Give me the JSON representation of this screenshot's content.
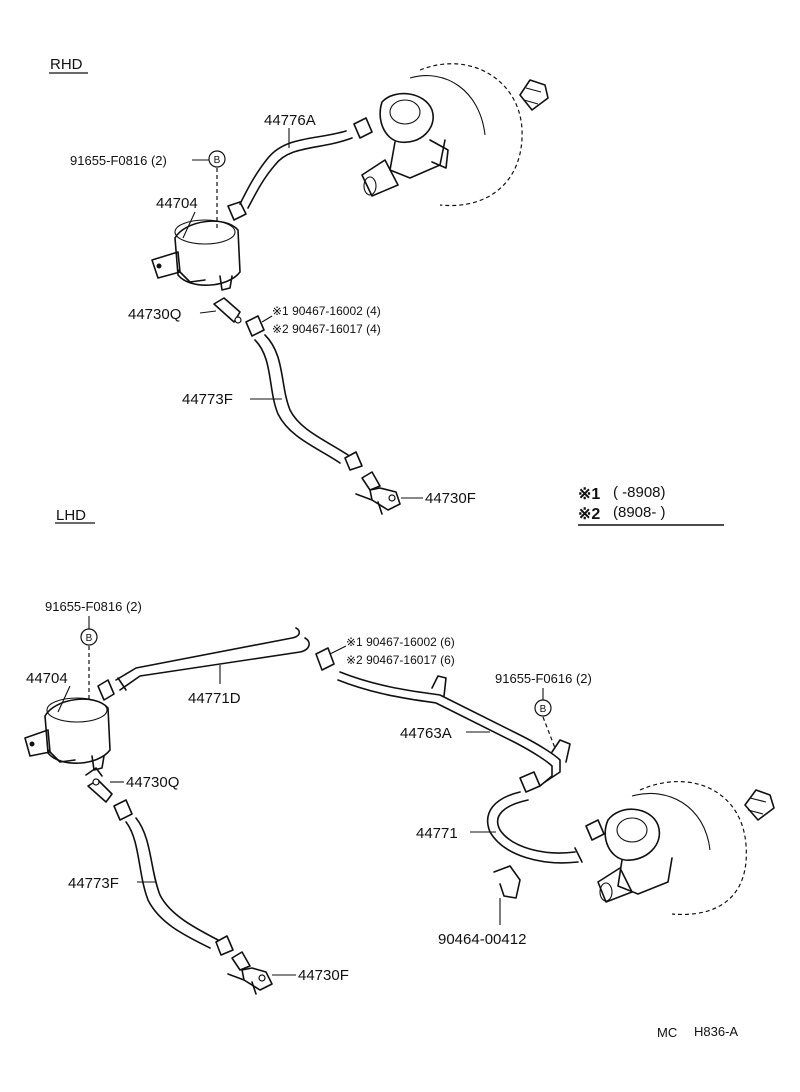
{
  "sections": {
    "rhd": "RHD",
    "lhd": "LHD"
  },
  "rhd_labels": {
    "hose_upper": "44776A",
    "bolt": "91655-F0816 (2)",
    "bolt_marker": "B",
    "tank": "44704",
    "check_valve": "44730Q",
    "clip1": "※1 90467-16002 (4)",
    "clip2": "※2 90467-16017 (4)",
    "hose_lower": "44773F",
    "union": "44730F"
  },
  "legend": {
    "row1_mark": "※1",
    "row1_text": "(      -8908)",
    "row2_mark": "※2",
    "row2_text": "(8908-      )"
  },
  "lhd_labels": {
    "bolt_left": "91655-F0816 (2)",
    "bolt_marker": "B",
    "tank": "44704",
    "hose_long": "44771D",
    "clip1": "※1 90467-16002 (6)",
    "clip2": "※2 90467-16017 (6)",
    "bolt_right": "91655-F0616 (2)",
    "bolt_right_marker": "B",
    "pipe": "44763A",
    "check_valve": "44730Q",
    "hose_mid": "44771",
    "hose_lower": "44773F",
    "clamp": "90464-00412",
    "union": "44730F"
  },
  "footer": {
    "code_prefix": "MC",
    "code": "H836-A"
  }
}
